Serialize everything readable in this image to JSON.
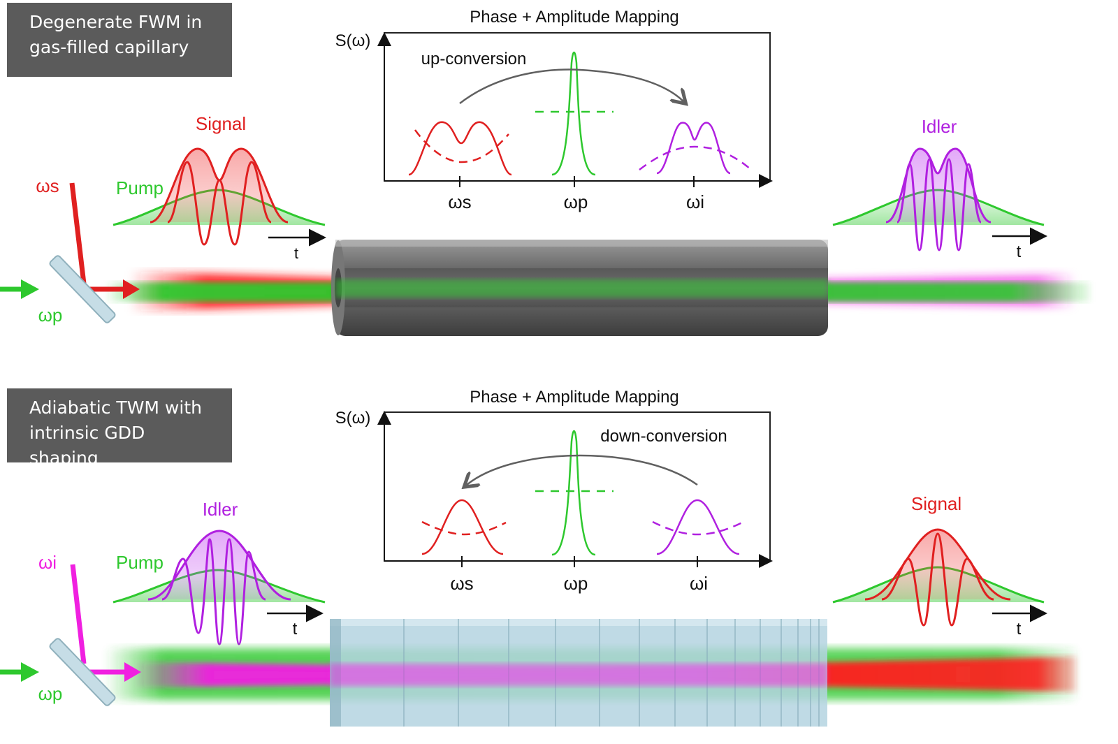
{
  "panels": [
    {
      "title_lines": [
        "Degenerate FWM in",
        "gas-filled capillary"
      ],
      "mapping_title": "Phase + Amplitude Mapping",
      "y_axis": "S(ω)",
      "conversion": "up-conversion",
      "ticks": [
        "ωs",
        "ωp",
        "ωi"
      ],
      "left_input": "ωs",
      "left_pump_input": "ωp",
      "left_pulse_label": "Signal",
      "pump_label": "Pump",
      "right_pulse_label": "Idler",
      "time_label": "t"
    },
    {
      "title_lines": [
        "Adiabatic TWM with",
        "intrinsic GDD shaping"
      ],
      "mapping_title": "Phase + Amplitude Mapping",
      "y_axis": "S(ω)",
      "conversion": "down-conversion",
      "ticks": [
        "ωs",
        "ωp",
        "ωi"
      ],
      "left_input": "ωi",
      "left_pump_input": "ωp",
      "left_pulse_label": "Idler",
      "pump_label": "Pump",
      "right_pulse_label": "Signal",
      "time_label": "t"
    }
  ],
  "colors": {
    "signal": "#e02020",
    "pump": "#2ec82e",
    "idler": "#b020e0",
    "idler_beam": "#f020e0",
    "box": "#5b5b5b",
    "arrow": "#606060",
    "capillary": "#5a5a5a",
    "crystal": "#b4d4e0"
  }
}
